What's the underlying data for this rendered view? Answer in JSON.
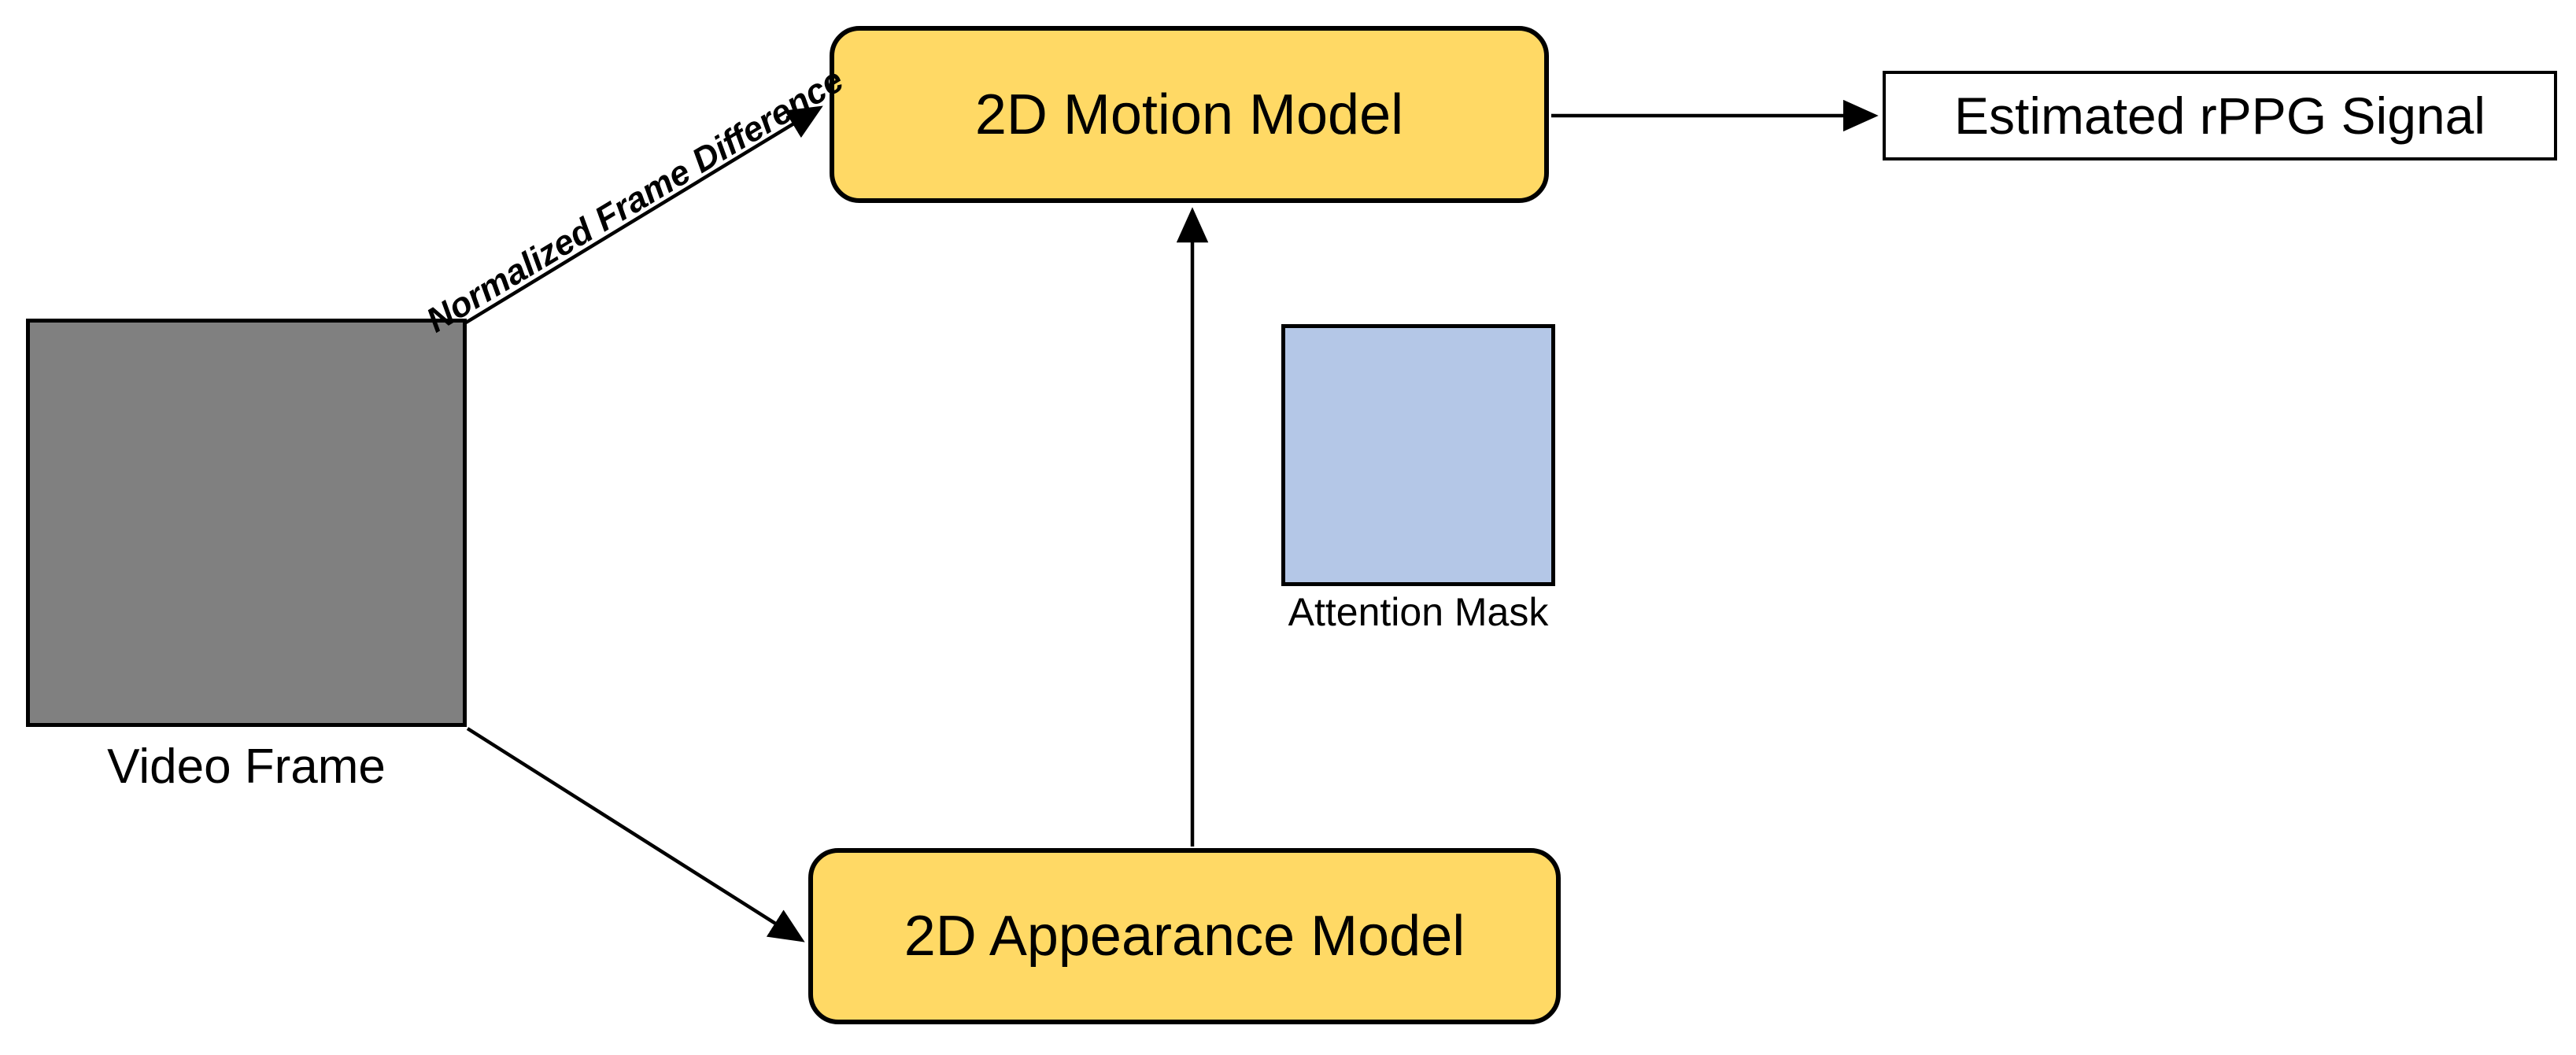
{
  "diagram": {
    "title_note": "rPPG estimation pipeline diagram",
    "nodes": {
      "video_frame": {
        "label": "Video Frame",
        "fill": "#808080"
      },
      "motion_model": {
        "label": "2D Motion Model",
        "fill": "#FFD965"
      },
      "appearance_model": {
        "label": "2D Appearance Model",
        "fill": "#FFD965"
      },
      "attention_mask": {
        "label": "Attention Mask",
        "fill": "#B4C7E7"
      },
      "estimated_rppg": {
        "label": "Estimated rPPG Signal",
        "fill": "#FFFFFF"
      }
    },
    "edge_labels": {
      "frame_difference": "Normalized Frame Difference"
    },
    "colors": {
      "stroke": "#000000",
      "background": "#FFFFFF",
      "model_fill": "#FFD965",
      "mask_fill": "#B4C7E7",
      "frame_fill": "#808080"
    }
  }
}
